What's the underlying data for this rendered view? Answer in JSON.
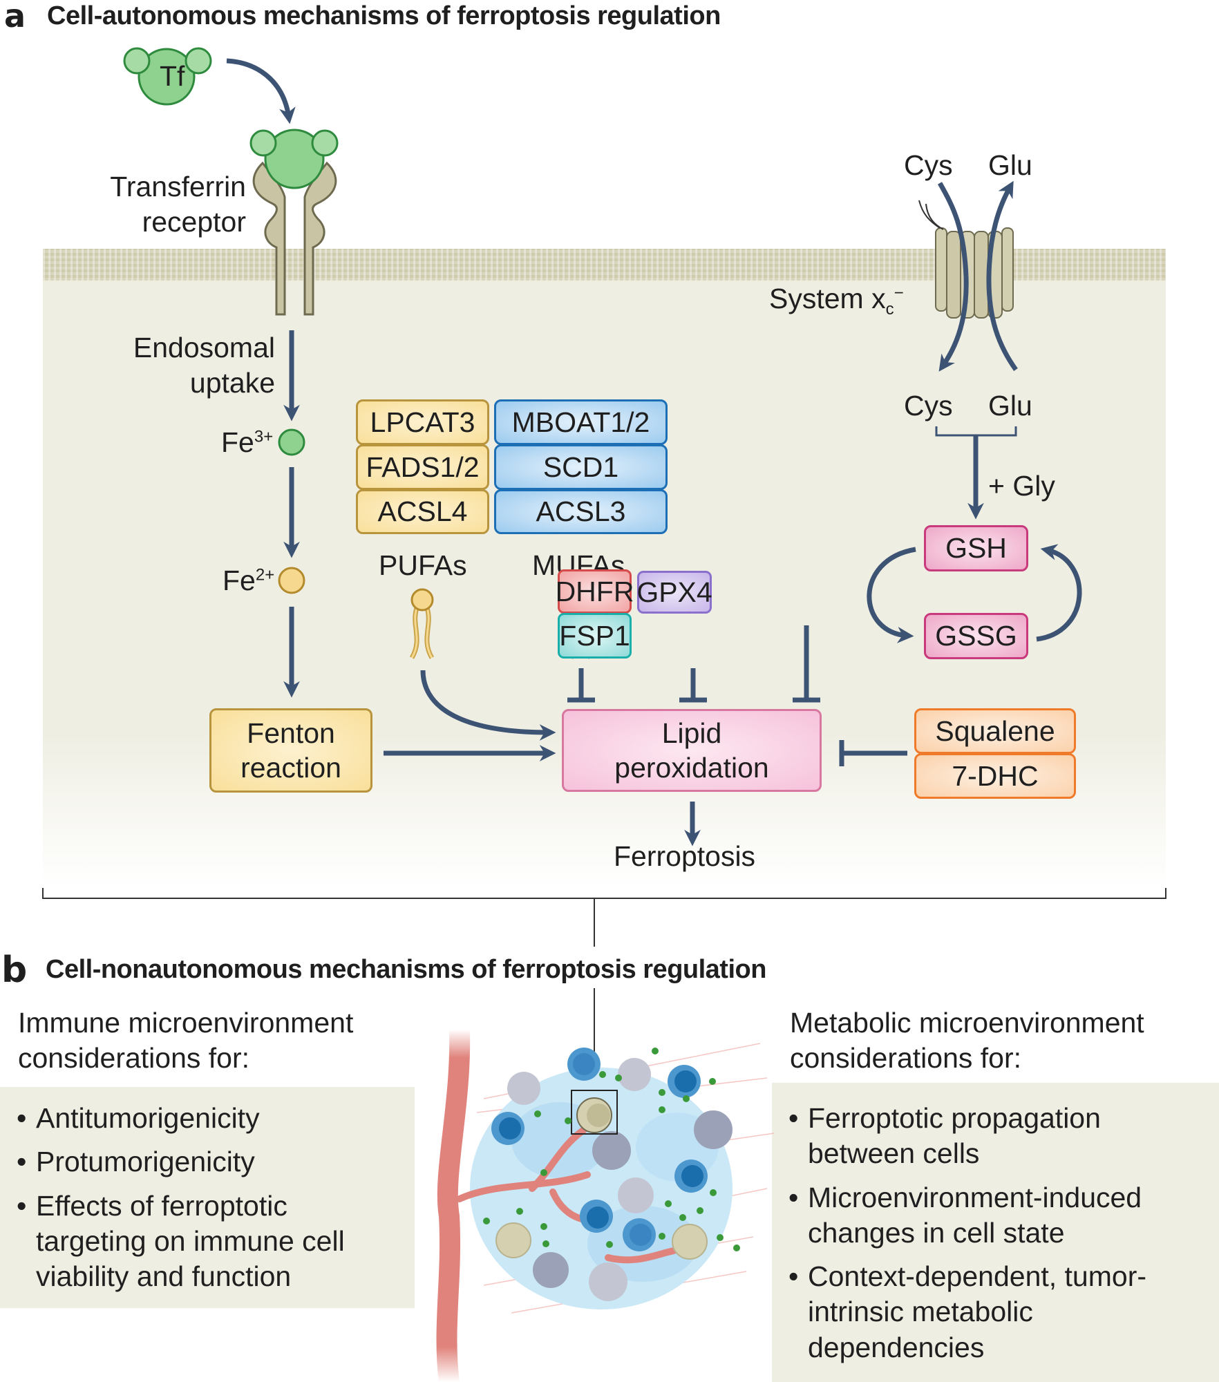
{
  "panel_a": {
    "letter": "a",
    "title": "Cell-autonomous mechanisms of ferroptosis regulation",
    "transferrin": {
      "ligand_label": "Tf",
      "receptor_label_line1": "Transferrin",
      "receptor_label_line2": "receptor"
    },
    "iron_pathway": {
      "uptake_line1": "Endosomal",
      "uptake_line2": "uptake",
      "fe3": {
        "base": "Fe",
        "charge": "3+"
      },
      "fe2": {
        "base": "Fe",
        "charge": "2+"
      },
      "fenton_line1": "Fenton",
      "fenton_line2": "reaction"
    },
    "system_xc": {
      "label": "System x",
      "subscript": "c",
      "superscript": "−",
      "outside": {
        "cys": "Cys",
        "glu": "Glu"
      },
      "inside": {
        "cys": "Cys",
        "glu": "Glu"
      },
      "gly_label": "+ Gly"
    },
    "glutathione": {
      "gsh": "GSH",
      "gssg": "GSSG"
    },
    "pufa_enzymes": [
      "LPCAT3",
      "FADS1/2",
      "ACSL4"
    ],
    "mufa_enzymes": [
      "MBOAT1/2",
      "SCD1",
      "ACSL3"
    ],
    "pufas_label": "PUFAs",
    "mufas_label": "MUFAs",
    "defense": {
      "dhfr": "DHFR",
      "fsp1": "FSP1",
      "gpx4": "GPX4"
    },
    "sterols": [
      "Squalene",
      "7-DHC"
    ],
    "lipid_perox_line1": "Lipid",
    "lipid_perox_line2": "peroxidation",
    "outcome": "Ferroptosis"
  },
  "panel_b": {
    "letter": "b",
    "title": "Cell-nonautonomous mechanisms of ferroptosis regulation",
    "immune": {
      "heading_line1": "Immune microenvironment",
      "heading_line2": "considerations for:",
      "items": [
        "Antitumorigenicity",
        "Protumorigenicity",
        "Effects of ferroptotic targeting on immune cell viability and function"
      ]
    },
    "metabolic": {
      "heading_line1": "Metabolic microenvironment",
      "heading_line2": "considerations for:",
      "items": [
        "Ferroptotic propagation between cells",
        "Microenvironment-induced changes in cell state",
        "Context-dependent, tumor-intrinsic metabolic dependencies"
      ]
    }
  },
  "colors": {
    "arrow": "#3d5374",
    "cell_background": "#efeee3",
    "membrane": "#d6d3b7",
    "iron3": "#8fd18f",
    "iron2": "#f6d98e",
    "vessel": "#e0837c"
  }
}
